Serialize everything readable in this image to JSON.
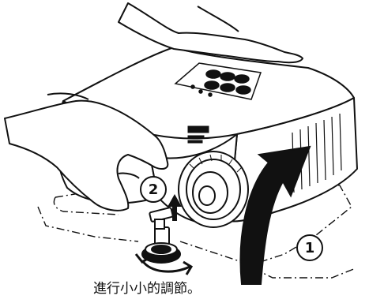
{
  "steps": {
    "first": "1",
    "second": "2"
  },
  "caption": "進行小小的調節。",
  "colors": {
    "ink": "#111111",
    "paper": "#ffffff"
  },
  "icons": {
    "rotate_arrow": "curved-double-arrow-icon",
    "up_arrow": "up-arrow-icon",
    "big_arrow": "curved-up-arrow-icon"
  }
}
